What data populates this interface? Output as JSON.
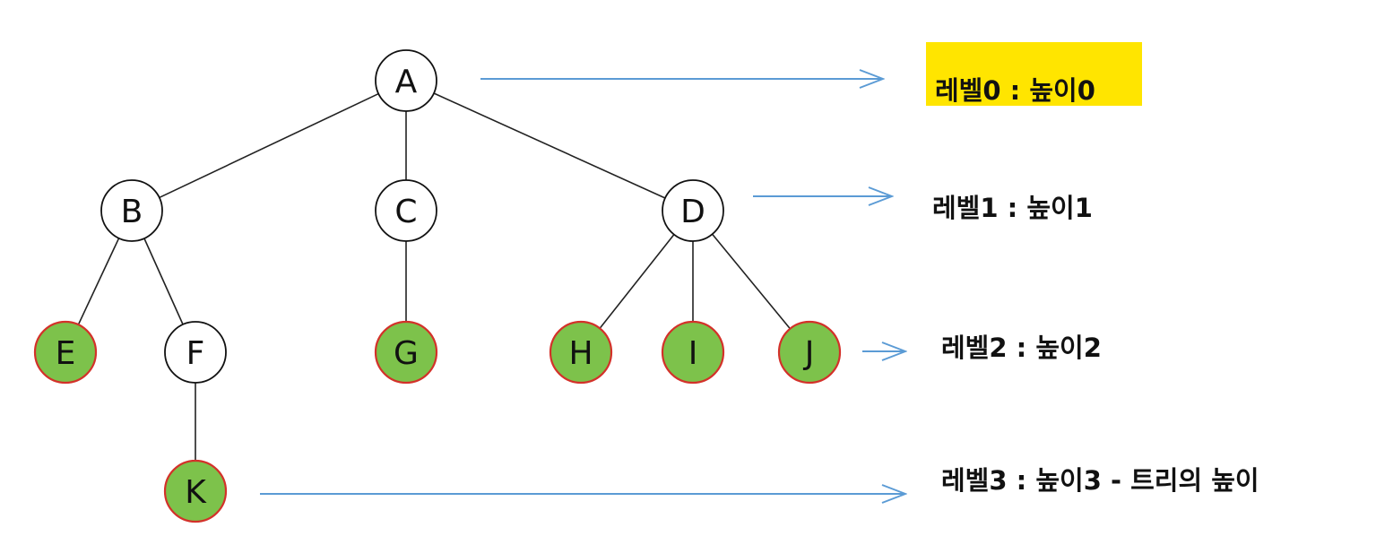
{
  "tree": {
    "nodes": [
      {
        "id": "A",
        "label": "A",
        "level": 0,
        "leaf": false
      },
      {
        "id": "B",
        "label": "B",
        "level": 1,
        "leaf": false
      },
      {
        "id": "C",
        "label": "C",
        "level": 1,
        "leaf": false
      },
      {
        "id": "D",
        "label": "D",
        "level": 1,
        "leaf": false
      },
      {
        "id": "E",
        "label": "E",
        "level": 2,
        "leaf": true
      },
      {
        "id": "F",
        "label": "F",
        "level": 2,
        "leaf": false
      },
      {
        "id": "G",
        "label": "G",
        "level": 2,
        "leaf": true
      },
      {
        "id": "H",
        "label": "H",
        "level": 2,
        "leaf": true
      },
      {
        "id": "I",
        "label": "I",
        "level": 2,
        "leaf": true
      },
      {
        "id": "J",
        "label": "J",
        "level": 2,
        "leaf": true
      },
      {
        "id": "K",
        "label": "K",
        "level": 3,
        "leaf": true
      }
    ],
    "edges": [
      [
        "A",
        "B"
      ],
      [
        "A",
        "C"
      ],
      [
        "A",
        "D"
      ],
      [
        "B",
        "E"
      ],
      [
        "B",
        "F"
      ],
      [
        "C",
        "G"
      ],
      [
        "D",
        "H"
      ],
      [
        "D",
        "I"
      ],
      [
        "D",
        "J"
      ],
      [
        "F",
        "K"
      ]
    ]
  },
  "levels": [
    {
      "text": "레벨0 : 높이0",
      "highlighted": true
    },
    {
      "text": "레벨1 : 높이1",
      "highlighted": false
    },
    {
      "text": "레벨2 : 높이2",
      "highlighted": false
    },
    {
      "text": "레벨3 : 높이3 - 트리의 높이",
      "highlighted": false
    }
  ],
  "colors": {
    "leaf_fill": "#7dc24b",
    "leaf_stroke": "#d3312a",
    "node_fill": "#ffffff",
    "node_stroke": "#111111",
    "edge": "#222222",
    "arrow": "#5b9bd5",
    "highlight": "#ffe500"
  }
}
